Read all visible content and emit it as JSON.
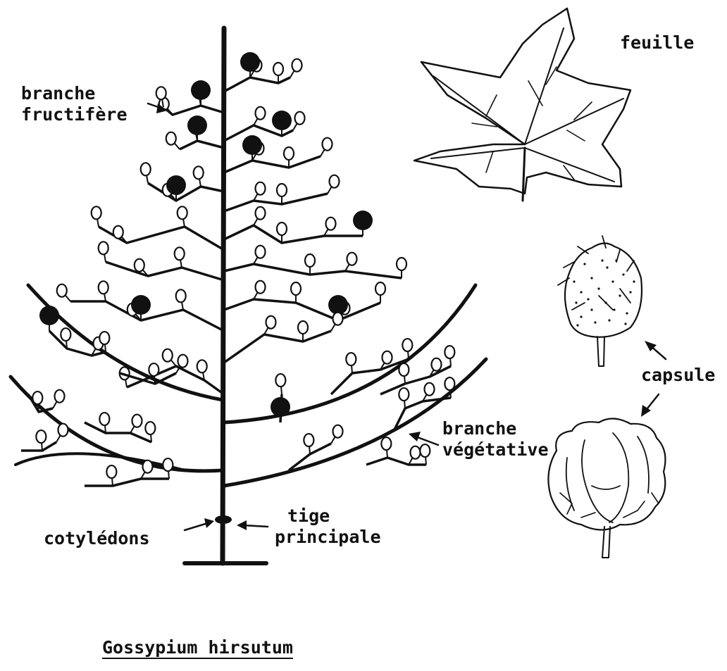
{
  "labels": {
    "branche_fructifere": [
      "branche",
      "fructifère"
    ],
    "feuille": "feuille",
    "capsule": "capsule",
    "branche_vegetative": [
      "branche",
      "végétative"
    ],
    "cotyledons": "cotylédons",
    "tige_principale": [
      "tige",
      "principale"
    ],
    "title": "Gossypium hirsutum"
  },
  "colors": {
    "ink": "#111111",
    "paper": "#ffffff"
  }
}
